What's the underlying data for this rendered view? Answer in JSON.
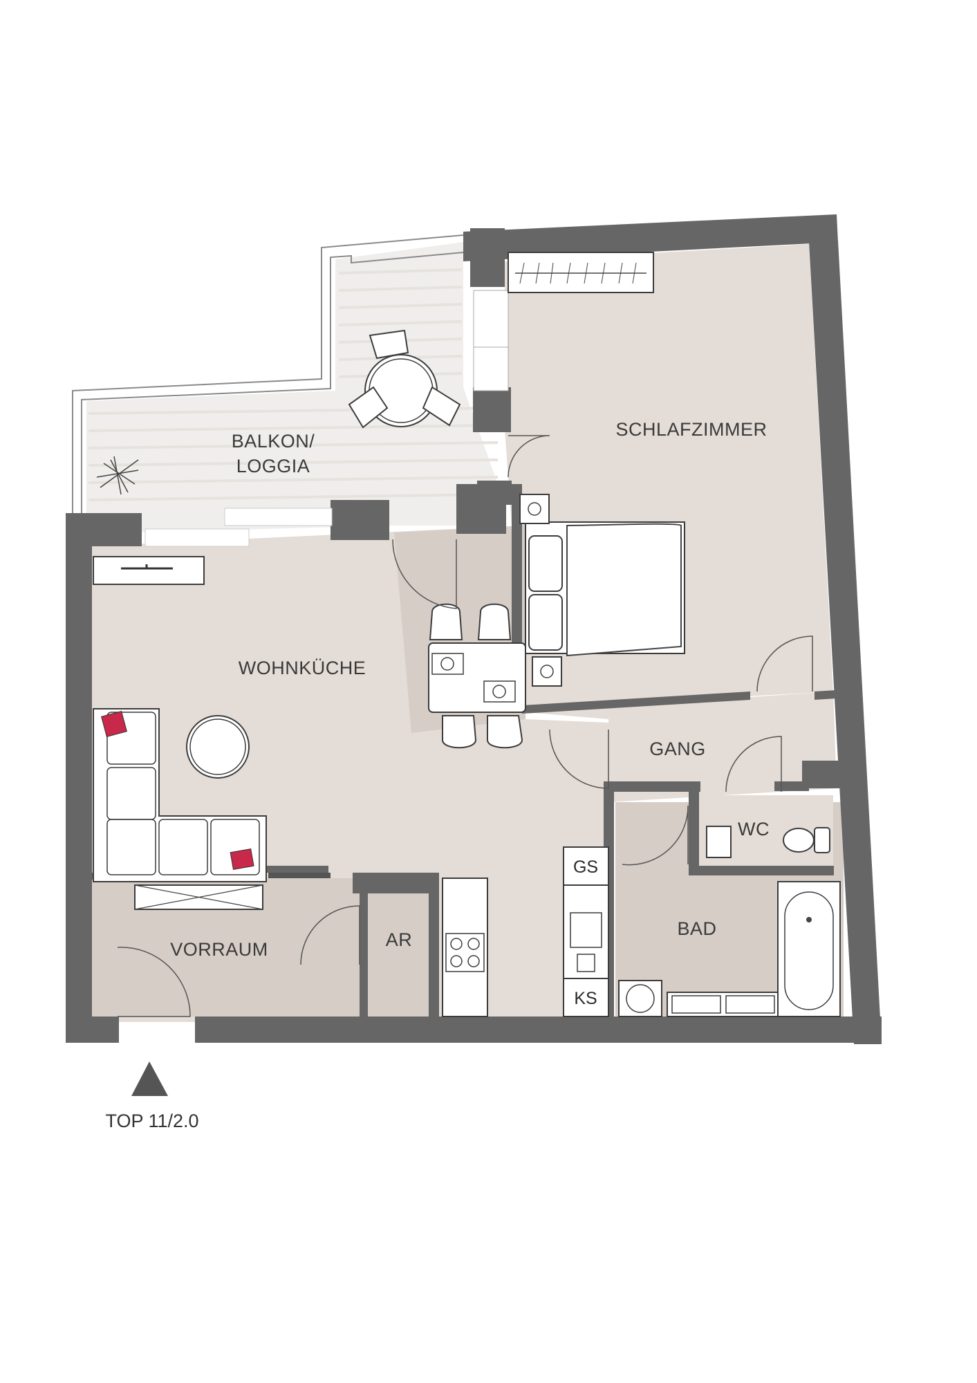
{
  "plan": {
    "unit_label": "TOP 11/2.0",
    "rooms": {
      "balkon_line1": "BALKON/",
      "balkon_line2": "LOGGIA",
      "schlafzimmer": "SCHLAFZIMMER",
      "wohnkueche": "WOHNKÜCHE",
      "gang": "GANG",
      "wc": "WC",
      "bad": "BAD",
      "vorraum": "VORRAUM",
      "ar": "AR"
    },
    "appliances": {
      "gs": "GS",
      "ks": "KS"
    },
    "colors": {
      "wall": "#666666",
      "floor": "#e4dcd6",
      "cushion": "#c8284a",
      "background": "#ffffff"
    }
  }
}
